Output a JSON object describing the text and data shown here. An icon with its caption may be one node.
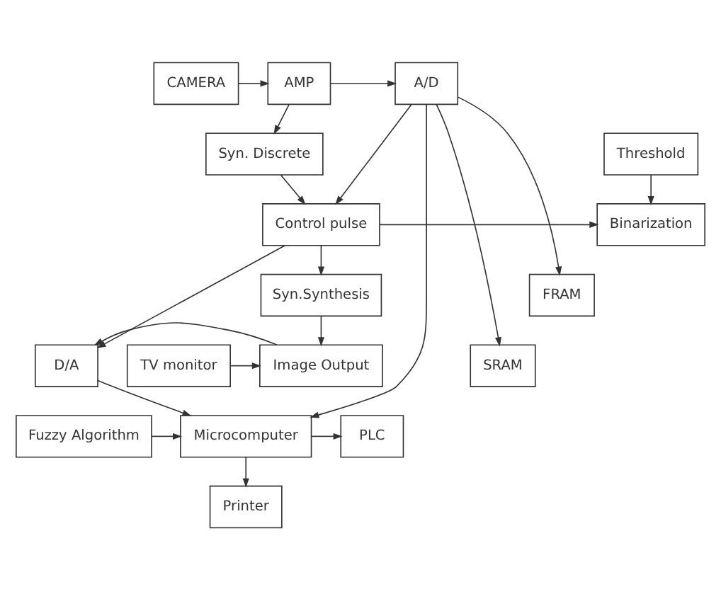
{
  "diagram": {
    "nodes": [
      {
        "text": [
          "CAMERA"
        ]
      },
      {
        "text": [
          "AMP"
        ]
      },
      {
        "text": [
          "A/D"
        ]
      },
      {
        "text": [
          "Syn. Discrete"
        ]
      },
      {
        "text": [
          "Threshold"
        ]
      },
      {
        "text": [
          "Control pulse"
        ]
      },
      {
        "text": [
          "Binarization"
        ]
      },
      {
        "text": [
          "Syn.Synthesis"
        ]
      },
      {
        "text": [
          "FRAM"
        ]
      },
      {
        "text": [
          "TV monitor"
        ]
      },
      {
        "text": [
          "Image Output"
        ]
      },
      {
        "text": [
          "D/A"
        ]
      },
      {
        "text": [
          "SRAM"
        ]
      },
      {
        "text": [
          "Fuzzy Algorithm"
        ]
      },
      {
        "text": [
          "Microcomputer"
        ]
      },
      {
        "text": [
          "PLC"
        ]
      },
      {
        "text": [
          "Printer"
        ]
      }
    ],
    "edges": [
      {
        "from": 0,
        "to": 1,
        "arrow": "to"
      },
      {
        "from": 1,
        "to": 2,
        "arrow": "to"
      },
      {
        "from": 1,
        "to": 3,
        "arrow": "to"
      },
      {
        "from": 3,
        "to": 5,
        "arrow": "to"
      },
      {
        "from": 2,
        "to": 5,
        "arrow": "to"
      },
      {
        "from": 5,
        "to": 6,
        "arrow": "to"
      },
      {
        "from": 4,
        "to": 6,
        "arrow": "to"
      },
      {
        "from": 5,
        "to": 7,
        "arrow": "to"
      },
      {
        "from": 5,
        "to": 11,
        "arrow": "to"
      },
      {
        "from": 2,
        "to": 8,
        "arrow": "to"
      },
      {
        "from": 2,
        "to": 12,
        "arrow": "to"
      },
      {
        "from": 2,
        "to": 14,
        "arrow": "to"
      },
      {
        "from": 7,
        "to": 10,
        "arrow": "to"
      },
      {
        "from": 9,
        "to": 10,
        "arrow": "to"
      },
      {
        "from": 10,
        "to": 11,
        "arrow": "to"
      },
      {
        "from": 11,
        "to": 14,
        "arrow": "to"
      },
      {
        "from": 13,
        "to": 14,
        "arrow": "to"
      },
      {
        "from": 14,
        "to": 15,
        "arrow": "to"
      },
      {
        "from": 14,
        "to": 16,
        "arrow": "to"
      }
    ]
  }
}
